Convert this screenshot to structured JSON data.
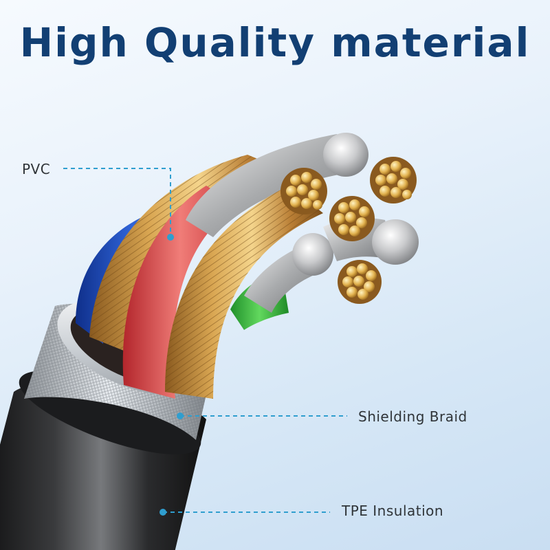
{
  "headline": "High Quality material",
  "callouts": [
    {
      "label": "PVC"
    },
    {
      "label": "Shielding Braid"
    },
    {
      "label": "TPE Insulation"
    }
  ],
  "colors": {
    "headline": "#123f73",
    "callout_line": "#2f9ecf",
    "background": "#dde9f6"
  }
}
